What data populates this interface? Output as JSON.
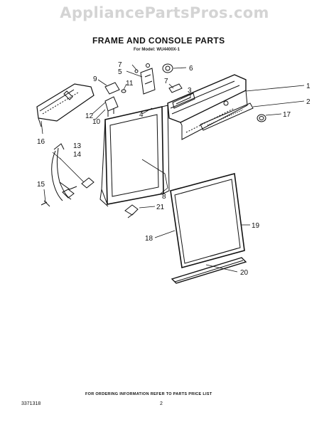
{
  "watermark": "AppliancePartsPros.com",
  "title": "FRAME AND CONSOLE PARTS",
  "model_line": "For Model: WU4400X-1",
  "footer_note": "FOR ORDERING INFORMATION REFER TO PARTS PRICE LIST",
  "doc_number": "3371318",
  "page_number": "2",
  "callouts": {
    "c1": "1",
    "c2": "2",
    "c3": "3",
    "c4": "4",
    "c5": "5",
    "c6": "6",
    "c7a": "7",
    "c7b": "7",
    "c8": "8",
    "c9": "9",
    "c10": "10",
    "c11": "11",
    "c12": "12",
    "c13": "13",
    "c14": "14",
    "c15": "15",
    "c16": "16",
    "c17": "17",
    "c18": "18",
    "c19": "19",
    "c20": "20",
    "c21": "21"
  },
  "colors": {
    "ink": "#111111",
    "watermark": "#d4d4d4"
  }
}
